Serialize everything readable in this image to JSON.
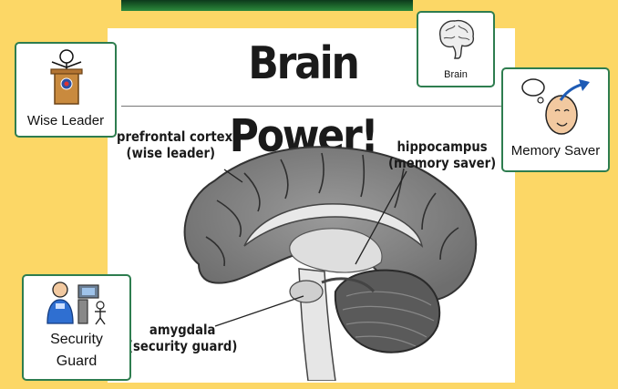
{
  "poster": {
    "title": "Brain Power!",
    "labels": {
      "prefrontal": [
        "prefrontal cortex",
        "(wise leader)"
      ],
      "hippocampus": [
        "hippocampus",
        "(memory saver)"
      ],
      "amygdala": [
        "amygdala",
        "(security guard)"
      ]
    }
  },
  "cards": {
    "wise_leader": {
      "label": "Wise Leader",
      "icon": "podium-speaker-icon"
    },
    "brain": {
      "label": "Brain",
      "icon": "brain-icon"
    },
    "memory_saver": {
      "label": "Memory Saver",
      "icon": "memory-head-icon"
    },
    "security_guard": {
      "label_line1": "Security",
      "label_line2": "Guard",
      "icon": "security-guard-icon"
    }
  },
  "colors": {
    "background": "#fcd766",
    "card_border": "#2e7d4f",
    "brain_gray": "#7a7a7a",
    "brain_dark": "#555555"
  }
}
